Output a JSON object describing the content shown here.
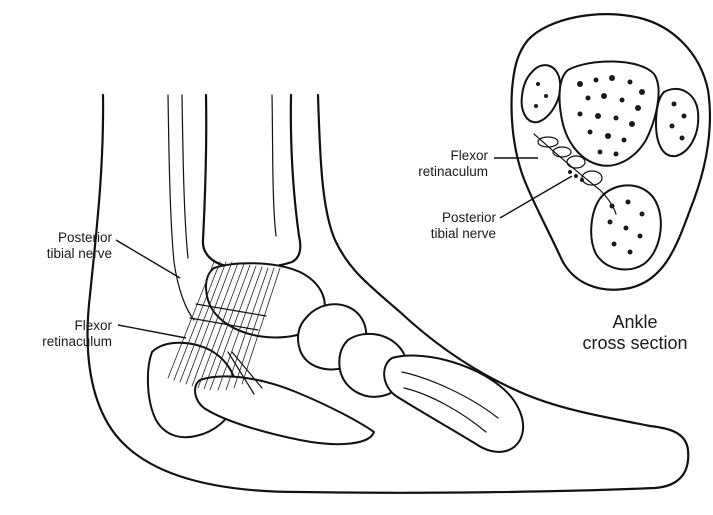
{
  "labels": {
    "foot_nerve_line1": "Posterior",
    "foot_nerve_line2": "tibial nerve",
    "foot_retinaculum_line1": "Flexor",
    "foot_retinaculum_line2": "retinaculum",
    "cs_retinaculum_line1": "Flexor",
    "cs_retinaculum_line2": "retinaculum",
    "cs_nerve_line1": "Posterior",
    "cs_nerve_line2": "tibial nerve",
    "cs_title_line1": "Ankle",
    "cs_title_line2": "cross section"
  },
  "colors": {
    "ink": "#111111",
    "paper": "#ffffff"
  }
}
